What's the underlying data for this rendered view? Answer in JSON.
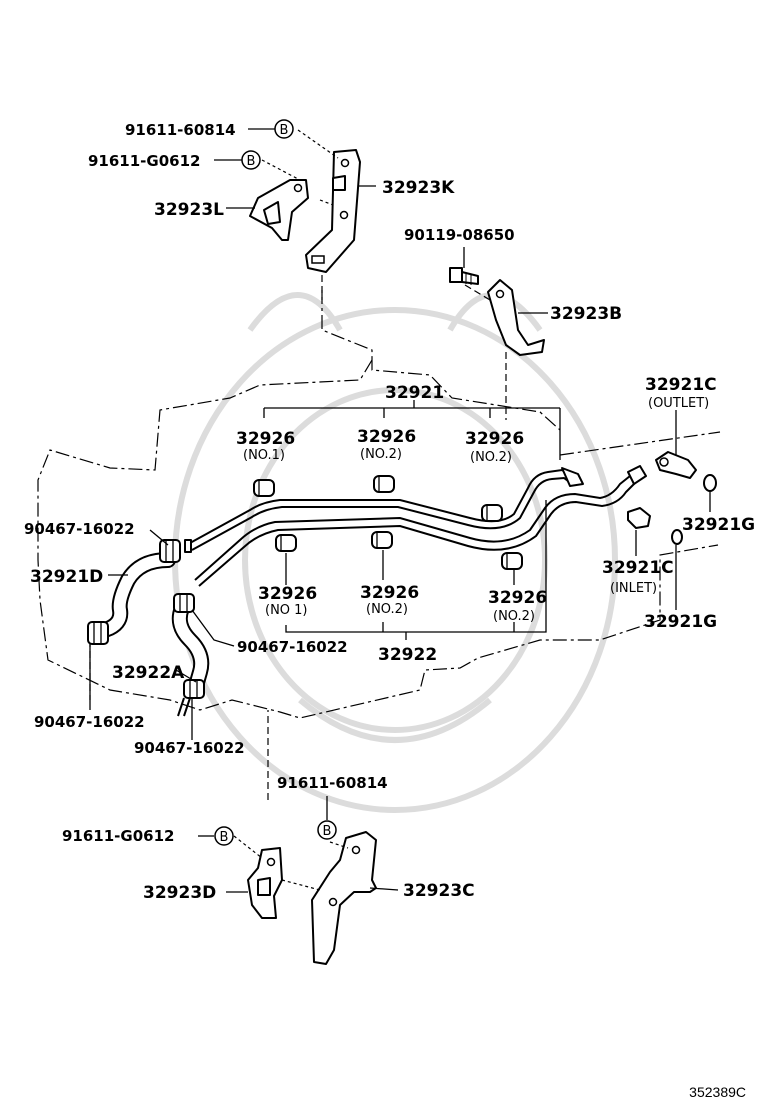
{
  "diagram_id": "352389C",
  "callout_letter": "B",
  "labels": {
    "bolt_k_1": "91611-60814",
    "bolt_k_2": "91611-G0612",
    "bracket_k": "32923K",
    "bracket_l": "32923L",
    "bolt_b": "90119-08650",
    "bracket_b": "32923B",
    "tube_upper": "32921",
    "union_outlet": "32921C",
    "union_outlet_note": "(OUTLET)",
    "grommet_1": "32926",
    "grommet_1_note": "(NO.1)",
    "grommet_2": "32926",
    "grommet_2_note": "(NO.2)",
    "grommet_3": "32926",
    "grommet_3_note": "(NO.2)",
    "clamp_1": "90467-16022",
    "hose_d": "32921D",
    "gasket_g_1": "32921G",
    "union_inlet": "32921C",
    "union_inlet_note": "(INLET)",
    "gasket_g_2": "32921G",
    "grommet_4": "32926",
    "grommet_4_note": "(NO 1)",
    "grommet_5": "32926",
    "grommet_5_note": "(NO.2)",
    "grommet_6": "32926",
    "grommet_6_note": "(NO.2)",
    "clamp_2": "90467-16022",
    "hose_a": "32922A",
    "tube_lower": "32922",
    "clamp_3": "90467-16022",
    "clamp_4": "90467-16022",
    "bolt_c_1": "91611-60814",
    "bolt_c_2": "91611-G0612",
    "bracket_d": "32923D",
    "bracket_c": "32923C"
  }
}
